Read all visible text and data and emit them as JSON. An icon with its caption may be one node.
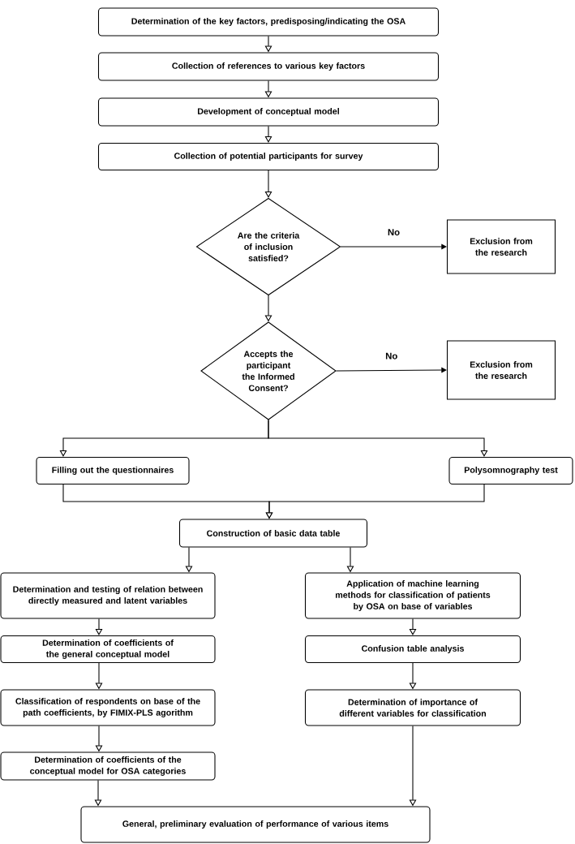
{
  "diagram": {
    "nodes": [
      {
        "text": [
          "Determination of the key factors, predisposing/indicating the OSA"
        ]
      },
      {
        "text": [
          "Collection of references to various key factors"
        ]
      },
      {
        "text": [
          "Development of conceptual model"
        ]
      },
      {
        "text": [
          "Collection of potential participants for survey"
        ]
      },
      {
        "text": [
          "Are the criteria of inclusion satisfied?"
        ]
      },
      {
        "text": [
          "Exclusion from the research"
        ]
      },
      {
        "text": [
          "Accepts the participant the Informed Consent?"
        ]
      },
      {
        "text": [
          "Exclusion from the research"
        ]
      },
      {
        "text": [
          "Filling out the questionnaires"
        ]
      },
      {
        "text": [
          "Polysomnography test"
        ]
      },
      {
        "text": [
          "Construction of basic data table"
        ]
      },
      {
        "text": [
          "Determination and testing of relation between directly measured and latent variables"
        ]
      },
      {
        "text": [
          "Application of machine learning methods for classification of patients by OSA on base of variables"
        ]
      },
      {
        "text": [
          "Determination of coefficients of the general conceptual model"
        ]
      },
      {
        "text": [
          "Confusion table analysis"
        ]
      },
      {
        "text": [
          "Classification of respondents on base of the path coefficients, by FIMIX-PLS agorithm"
        ]
      },
      {
        "text": [
          "Determination of importance of different variables for classification"
        ]
      },
      {
        "text": [
          "Determination of coefficients of the conceptual model for OSA categories"
        ]
      },
      {
        "text": [
          "General, preliminary evaluation of performance of various items"
        ]
      }
    ],
    "edges": [
      {
        "from": 0,
        "to": 1,
        "arrow": "to"
      },
      {
        "from": 1,
        "to": 2,
        "arrow": "to"
      },
      {
        "from": 2,
        "to": 3,
        "arrow": "to"
      },
      {
        "from": 3,
        "to": 4,
        "arrow": "to"
      },
      {
        "from": 4,
        "to": 5,
        "arrow": "to",
        "label": "No"
      },
      {
        "from": 4,
        "to": 6,
        "arrow": "to"
      },
      {
        "from": 6,
        "to": 7,
        "arrow": "to",
        "label": "No"
      },
      {
        "from": 6,
        "to": 8,
        "arrow": "to"
      },
      {
        "from": 6,
        "to": 9,
        "arrow": "to"
      },
      {
        "from": 8,
        "to": 10,
        "arrow": "to"
      },
      {
        "from": 9,
        "to": 10,
        "arrow": "to"
      },
      {
        "from": 10,
        "to": 11,
        "arrow": "to"
      },
      {
        "from": 10,
        "to": 12,
        "arrow": "to"
      },
      {
        "from": 11,
        "to": 13,
        "arrow": "to"
      },
      {
        "from": 12,
        "to": 14,
        "arrow": "to"
      },
      {
        "from": 13,
        "to": 15,
        "arrow": "to"
      },
      {
        "from": 14,
        "to": 16,
        "arrow": "to"
      },
      {
        "from": 15,
        "to": 17,
        "arrow": "to"
      },
      {
        "from": 17,
        "to": 18,
        "arrow": "to"
      },
      {
        "from": 16,
        "to": 18,
        "arrow": "to"
      }
    ]
  }
}
